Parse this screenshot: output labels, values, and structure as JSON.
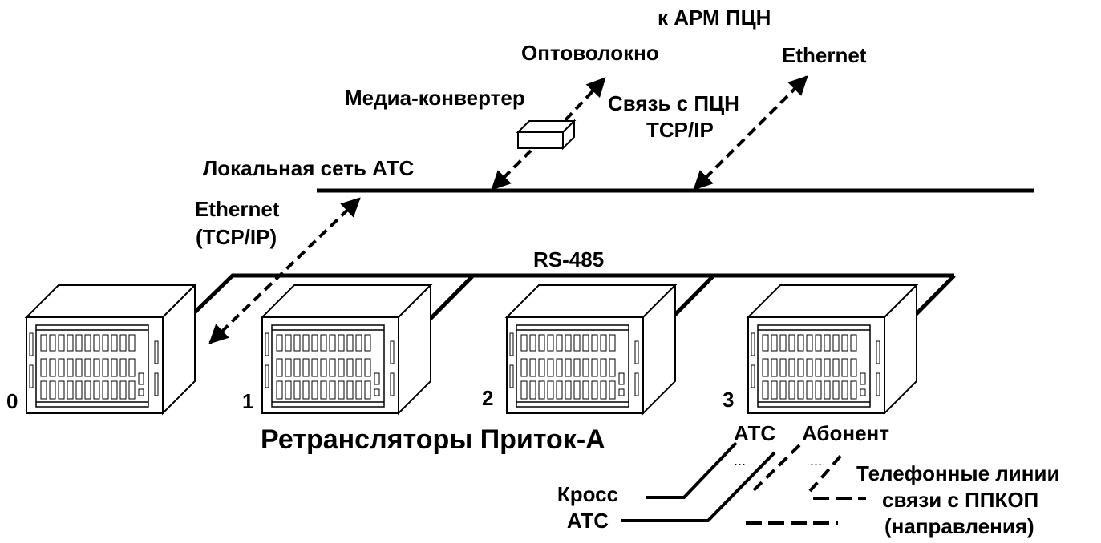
{
  "labels": {
    "arm": "к АРМ ПЦН",
    "fiber": "Оптоволокно",
    "ethernet_top": "Ethernet",
    "media_converter": "Медиа-конвертер",
    "link_pcn_line1": "Связь с ПЦН",
    "link_pcn_line2": "TCP/IP",
    "lan": "Локальная сеть АТС",
    "ethernet_left_line1": "Ethernet",
    "ethernet_left_line2": "(TCP/IP)",
    "rs485": "RS-485",
    "unit_0": "0",
    "unit_1": "1",
    "unit_2": "2",
    "unit_3": "3",
    "repeaters": "Ретрансляторы Приток-А",
    "ats": "АТС",
    "subscriber": "Абонент",
    "cross_line1": "Кросс",
    "cross_line2": "АТС",
    "phone_line1": "Телефонные линии",
    "phone_line2": "связи с ППКОП",
    "phone_line3": "(направления)",
    "dots_1": "...",
    "dots_2": "..."
  },
  "colors": {
    "ink": "#000000",
    "background": "#ffffff"
  }
}
